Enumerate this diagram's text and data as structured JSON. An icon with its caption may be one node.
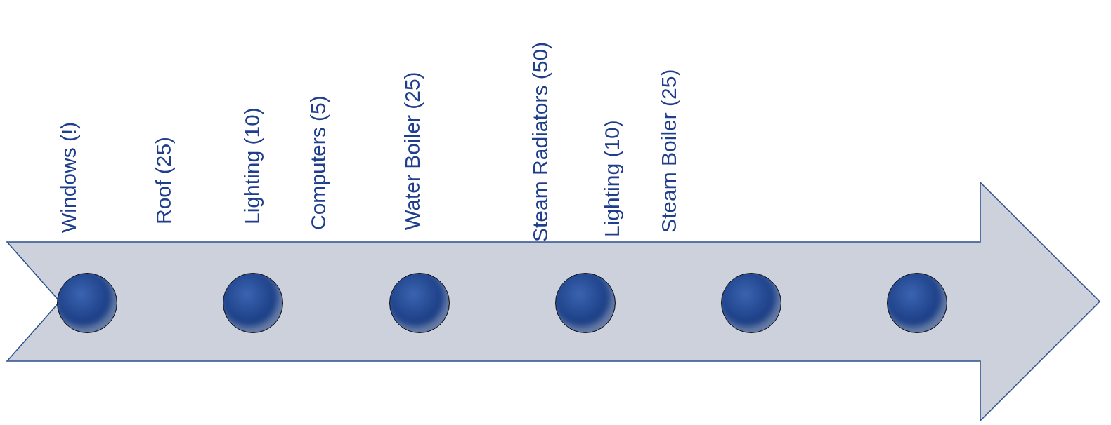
{
  "diagram": {
    "nodes": [
      {
        "text": [],
        "shape": "circle"
      },
      {
        "text": [],
        "shape": "circle"
      },
      {
        "text": [],
        "shape": "circle"
      },
      {
        "text": [],
        "shape": "circle"
      },
      {
        "text": [],
        "shape": "circle"
      },
      {
        "text": [],
        "shape": "circle"
      }
    ],
    "labels": [
      "Windows (!)",
      "Roof (25)",
      "Lighting (10)",
      "Computers (5)",
      "Water Boiler (25)",
      "Steam Radiators (50)",
      "Lighting (10)",
      "Steam Boiler (25)"
    ]
  }
}
